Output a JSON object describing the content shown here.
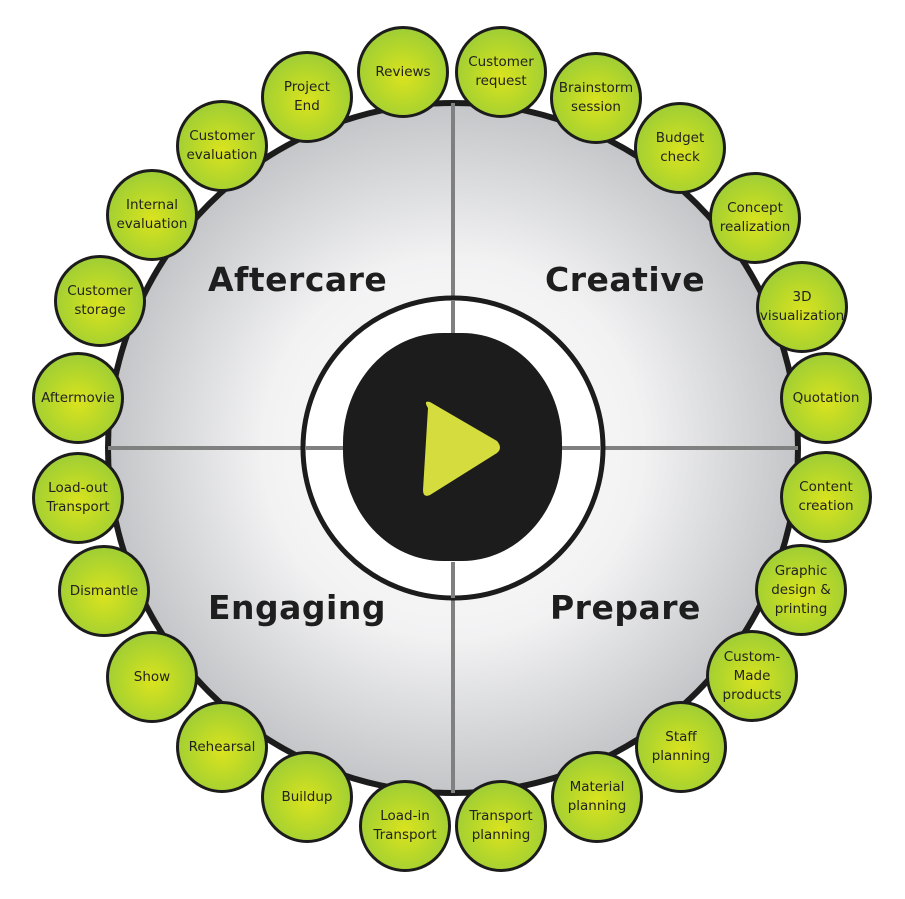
{
  "quadrants": {
    "top_left": "Aftercare",
    "top_right": "Creative",
    "bottom_left": "Engaging",
    "bottom_right": "Prepare"
  },
  "center": {
    "icon": "play-icon",
    "color": "#d4dc3e"
  },
  "colors": {
    "bubble": "#a8d12f",
    "ring": "#1c1c1c",
    "divider": "#808080"
  },
  "steps": [
    "Customer\nrequest",
    "Brainstorm\nsession",
    "Budget\ncheck",
    "Concept\nrealization",
    "3D\nvisualization",
    "Quotation",
    "Content\ncreation",
    "Graphic\ndesign &\nprinting",
    "Custom-\nMade\nproducts",
    "Staff\nplanning",
    "Material\nplanning",
    "Transport\nplanning",
    "Load-in\nTransport",
    "Buildup",
    "Rehearsal",
    "Show",
    "Dismantle",
    "Load-out\nTransport",
    "Aftermovie",
    "Customer\nstorage",
    "Internal\nevaluation",
    "Customer\nevaluation",
    "Project\nEnd",
    "Reviews"
  ]
}
